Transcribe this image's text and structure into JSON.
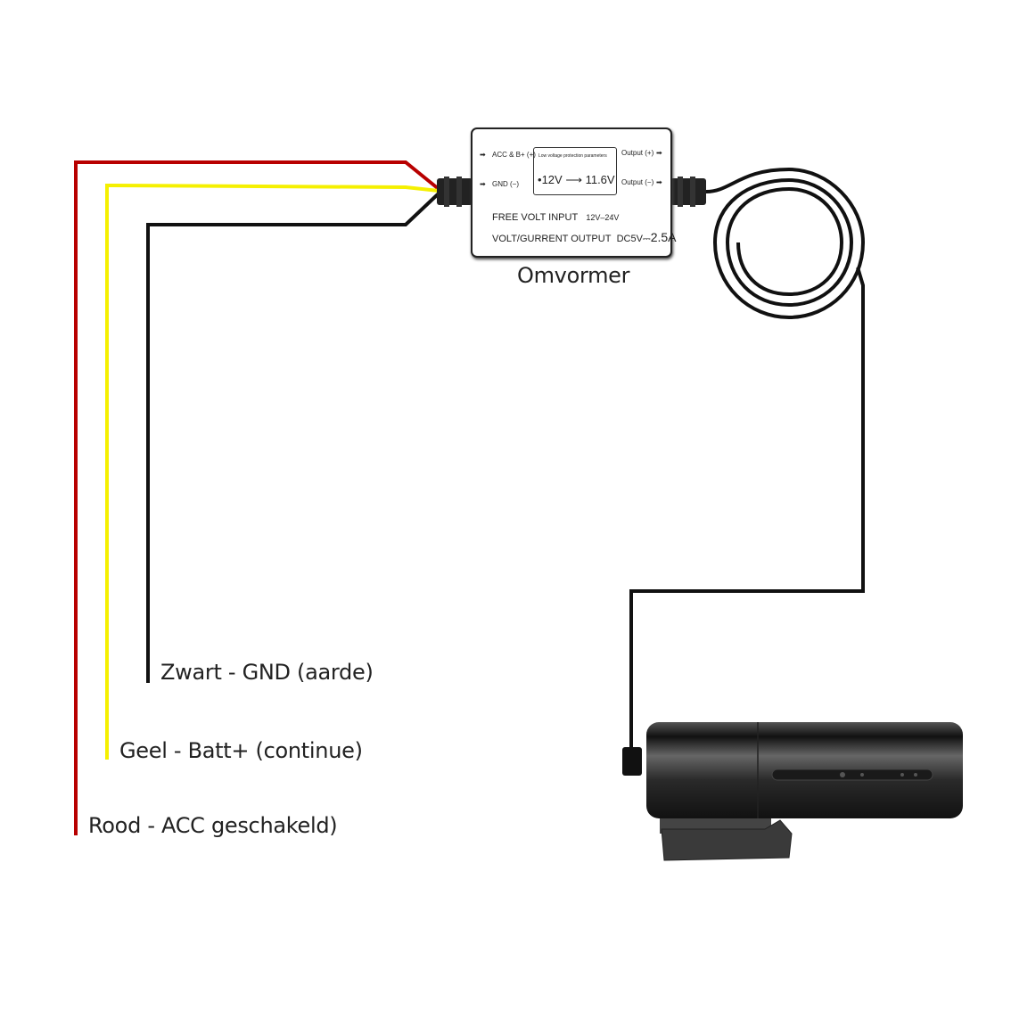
{
  "converter": {
    "title": "Omvormer",
    "in_acc": "ACC & B+ (+)",
    "in_gnd": "GND (−)",
    "out_pos": "Output (+)",
    "out_neg": "Output (−)",
    "param_title": "Low voltage protection parameters",
    "param_from": "12V",
    "param_to": "11.6V",
    "input_label": "FREE VOLT INPUT",
    "input_range": "12V–24V",
    "output_label": "VOLT/GURRENT OUTPUT",
    "output_value": "DC5V",
    "output_current": "2.5A"
  },
  "wires": [
    {
      "label": "Zwart - GND (aarde)",
      "color": "#111111"
    },
    {
      "label": "Geel - Batt+ (continue)",
      "color": "#f5f000"
    },
    {
      "label": "Rood - ACC geschakeld)",
      "color": "#b80000"
    }
  ]
}
